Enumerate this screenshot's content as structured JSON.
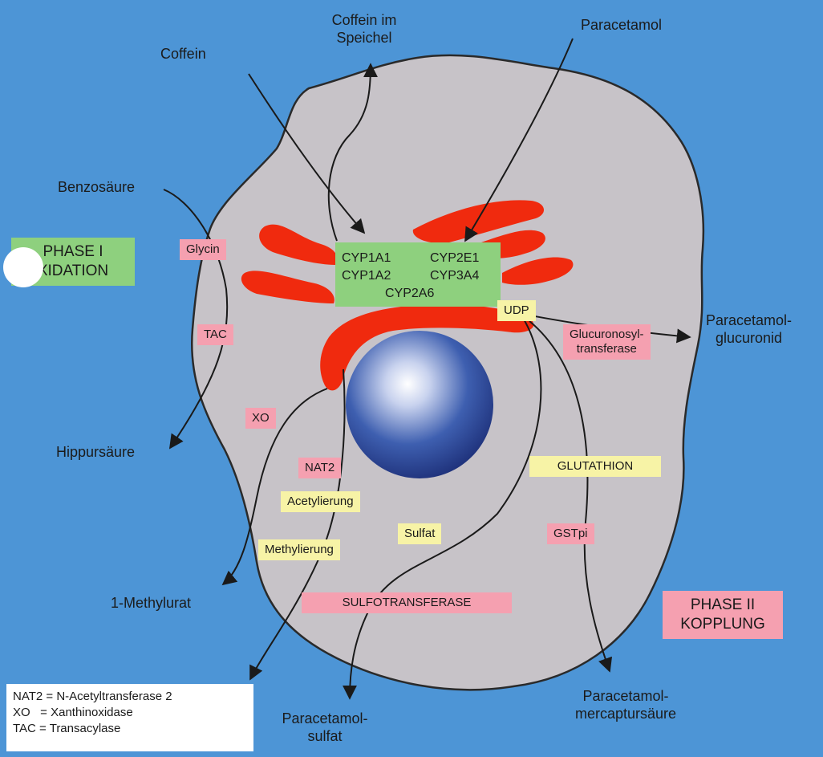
{
  "colors": {
    "background": "#4d95d6",
    "cell": "#c7c3c8",
    "er": "#f02a0e",
    "nucleus": "#2f4f9e",
    "pink_box": "#f5a0b0",
    "yellow_box": "#f7f3a6",
    "green_box": "#8ed07e"
  },
  "inputs": {
    "coffein": "Coffein",
    "coffein_speichel": [
      "Coffein im",
      "Speichel"
    ],
    "paracetamol": "Paracetamol",
    "benzosaeure": "Benzosäure"
  },
  "outputs": {
    "hippursaeure": "Hippursäure",
    "methylurat": "1-Methylurat",
    "paracetamol_glucuronid": [
      "Paracetamol-",
      "glucuronid"
    ],
    "paracetamol_sulfat": [
      "Paracetamol-",
      "sulfat"
    ],
    "paracetamol_mercaptursaeure": [
      "Paracetamol-",
      "mercaptursäure"
    ]
  },
  "phases": {
    "phase1": [
      "PHASE I",
      "XIDATION"
    ],
    "phase2": [
      "PHASE II",
      "KOPPLUNG"
    ]
  },
  "cyp_enzymes": [
    "CYP1A1",
    "CYP2E1",
    "CYP1A2",
    "CYP3A4",
    "CYP2A6"
  ],
  "enzymes": {
    "glycin": "Glycin",
    "tac": "TAC",
    "xo": "XO",
    "nat2": "NAT2",
    "udp": "UDP",
    "glucuronosyltransferase": [
      "Glucuronosyl-",
      "transferase"
    ],
    "sulfotransferase": "SULFOTRANSFERASE",
    "gstpi": "GSTpi"
  },
  "cofactors": {
    "acetylierung": "Acetylierung",
    "methylierung": "Methylierung",
    "sulfat": "Sulfat",
    "glutathion": "GLUTATHION"
  },
  "legend": [
    "NAT2 = N-Acetyltransferase 2",
    "XO   = Xanthinoxidase",
    "TAC = Transacylase"
  ]
}
